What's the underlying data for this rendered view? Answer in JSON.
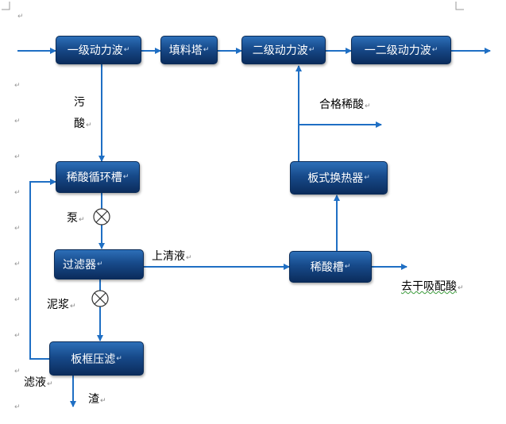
{
  "nodes": {
    "stage1_scrubber": "一级动力波",
    "packed_tower": "填料塔",
    "stage2_scrubber": "二级动力波",
    "stage12_scrubber": "一二级动力波",
    "dilute_tank_cycle": "稀酸循环槽",
    "filter": "过滤器",
    "plate_filter": "板框压滤",
    "dilute_tank": "稀酸槽",
    "plate_heat_exchanger": "板式换热器"
  },
  "labels": {
    "dirty_char1": "污",
    "dirty_char2": "酸",
    "pump": "泵",
    "supernatant": "上清液",
    "sludge": "泥浆",
    "filtrate": "滤液",
    "residue": "渣",
    "qualified_acid": "合格稀酸",
    "to_drying": "去干吸配酸"
  },
  "glyphs": {
    "paragraph_mark": "↵"
  },
  "colors": {
    "flow_line": "#1f6fc4",
    "box_top": "#2d6fb8",
    "box_bottom": "#0b2c5c"
  }
}
